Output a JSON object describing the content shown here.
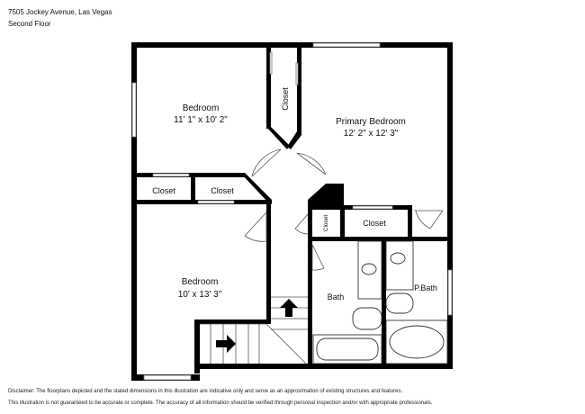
{
  "header": {
    "address": "7505 Jockey Avenue, Las Vegas",
    "floor": "Second Floor"
  },
  "rooms": {
    "bedroom_top": {
      "name": "Bedroom",
      "size": "11' 1\" x 10' 2\""
    },
    "primary_bedroom": {
      "name": "Primary Bedroom",
      "size": "12' 2\" x 12' 3\""
    },
    "bedroom_bottom": {
      "name": "Bedroom",
      "size": "10' x 13' 3\""
    },
    "closet_vertical": "Closet",
    "closet_left_1": "Closet",
    "closet_left_2": "Closet",
    "closet_small": "Closet",
    "closet_right": "Closet",
    "bath": "Bath",
    "p_bath": "P.Bath"
  },
  "disclaimer": {
    "line1": "Disclaimer: The floorplans depicted and the stated dimensions in this illustration are indicative only and serve as an approximation of existing structures and features.",
    "line2": "This illustration is not guaranteed to be accurate or complete. The accuracy of all information should be verified through personal inspection and/or with appropriate professionals."
  },
  "colors": {
    "wall": "#000000",
    "background": "#ffffff"
  }
}
